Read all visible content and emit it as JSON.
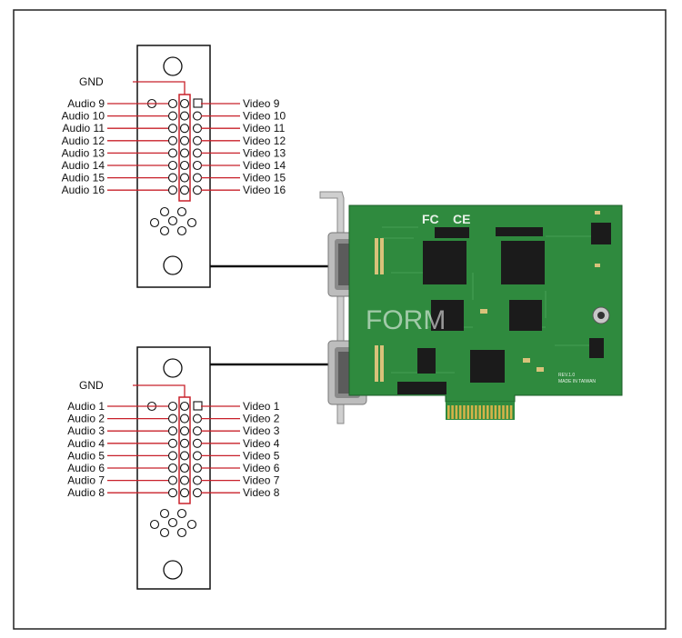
{
  "diagram": {
    "top_connector": {
      "gnd_label": "GND",
      "audio_labels": [
        "Audio 9",
        "Audio 10",
        "Audio 11",
        "Audio 12",
        "Audio 13",
        "Audio 14",
        "Audio 15",
        "Audio 16"
      ],
      "video_labels": [
        "Video 9",
        "Video 10",
        "Video 11",
        "Video 12",
        "Video 13",
        "Video 14",
        "Video 15",
        "Video 16"
      ]
    },
    "bottom_connector": {
      "gnd_label": "GND",
      "audio_labels": [
        "Audio 1",
        "Audio 2",
        "Audio 3",
        "Audio 4",
        "Audio 5",
        "Audio 6",
        "Audio 7",
        "Audio 8"
      ],
      "video_labels": [
        "Video 1",
        "Video 2",
        "Video 3",
        "Video 4",
        "Video 5",
        "Video 6",
        "Video 7",
        "Video 8"
      ]
    },
    "board": {
      "fcc_mark": "FC",
      "ce_mark": "CE",
      "revision_text": "REV.1.0",
      "made_in_text": "MADE IN TAIWAN"
    },
    "watermark_text": "FORM",
    "colors": {
      "signal_line": "#c8202a",
      "outline": "#111111",
      "pcb_green": "#2f8a3e",
      "chip": "#1b1b1b",
      "bracket": "#c9c9c9"
    }
  }
}
